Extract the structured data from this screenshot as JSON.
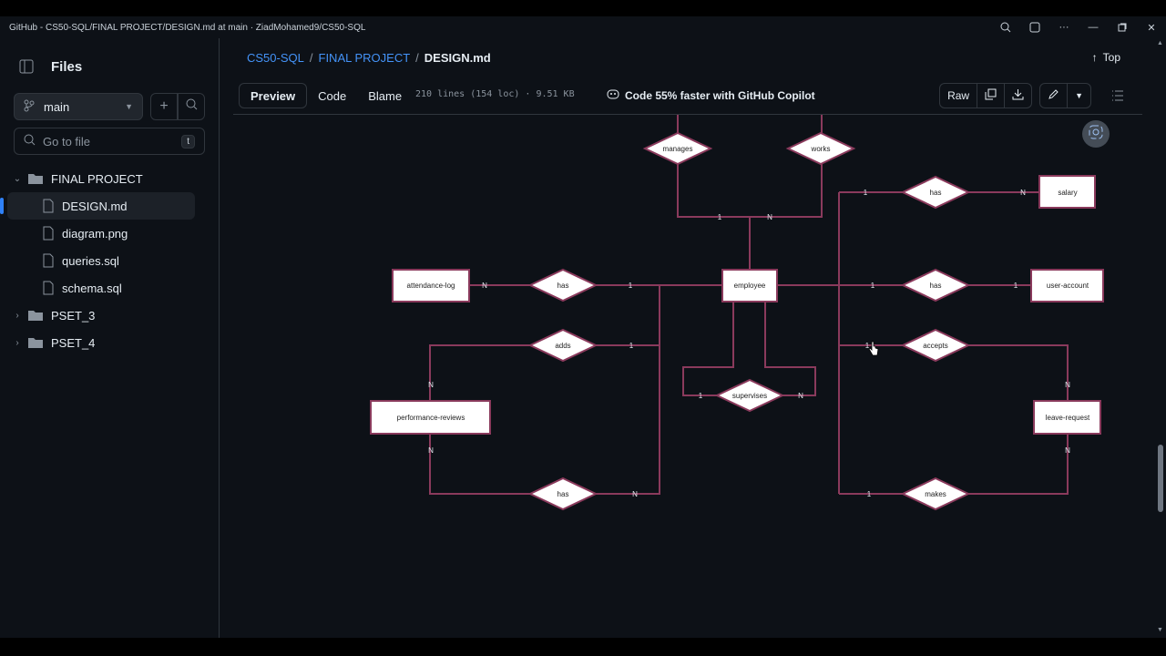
{
  "window": {
    "title": "GitHub - CS50-SQL/FINAL PROJECT/DESIGN.md at main · ZiadMohamed9/CS50-SQL"
  },
  "sidebar": {
    "title": "Files",
    "branch": "main",
    "search_placeholder": "Go to file",
    "search_shortcut": "t",
    "tree": {
      "folder_open": "FINAL PROJECT",
      "files": [
        "DESIGN.md",
        "diagram.png",
        "queries.sql",
        "schema.sql"
      ],
      "folders_closed": [
        "PSET_3",
        "PSET_4"
      ]
    }
  },
  "breadcrumb": {
    "repo": "CS50-SQL",
    "folder": "FINAL PROJECT",
    "file": "DESIGN.md",
    "sep": "/"
  },
  "top_link": "Top",
  "toolbar": {
    "tabs": [
      "Preview",
      "Code",
      "Blame"
    ],
    "lines_info": "210 lines (154 loc) · 9.51 KB",
    "copilot": "Code 55% faster with GitHub Copilot",
    "raw": "Raw"
  },
  "diagram": {
    "entities": {
      "employee": "employee",
      "attendance": "attendance-log",
      "salary": "salary",
      "user_account": "user-account",
      "performance": "performance-reviews",
      "leave": "leave-request"
    },
    "relations": {
      "manages": "manages",
      "works": "works",
      "has_salary": "has",
      "has_attendance": "has",
      "has_account": "has",
      "adds": "adds",
      "accepts": "accepts",
      "supervises": "supervises",
      "has_reviews": "has",
      "makes": "makes"
    },
    "cardinalities": {
      "manages_1": "1",
      "works_n": "N",
      "salary_1": "1",
      "salary_n": "N",
      "att_n": "N",
      "att_1": "1",
      "acc_1a": "1",
      "acc_1b": "1",
      "adds_1": "1",
      "adds_n": "N",
      "accepts_1": "1",
      "accepts_n": "N",
      "sup_1": "1",
      "sup_n": "N",
      "rev_n": "N",
      "rev_n2": "N",
      "leave_n": "N",
      "makes_1": "1"
    }
  },
  "colors": {
    "line": "#8a3a5c",
    "accent": "#4493f8",
    "bg": "#0d1117"
  }
}
